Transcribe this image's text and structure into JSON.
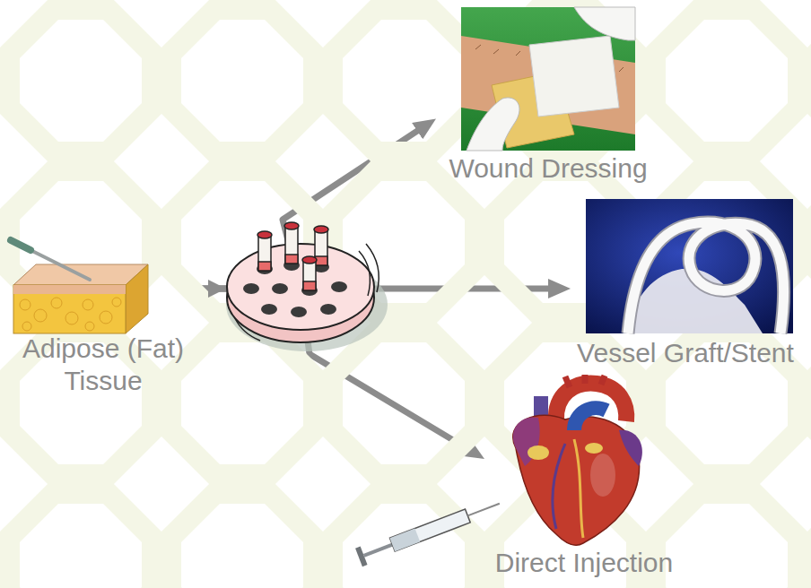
{
  "diagram": {
    "nodes": [
      {
        "text": [
          "Adipose (Fat) Tissue"
        ]
      },
      {
        "text": [
          "Wound Dressing"
        ]
      },
      {
        "text": [
          "Vessel Graft/Stent"
        ]
      },
      {
        "text": [
          "Direct Injection"
        ]
      }
    ],
    "edges": [
      {
        "from": 0,
        "to": 1,
        "arrow": "to"
      },
      {
        "from": 0,
        "to": 2,
        "arrow": "to"
      },
      {
        "from": 0,
        "to": 3,
        "arrow": "to"
      }
    ]
  }
}
